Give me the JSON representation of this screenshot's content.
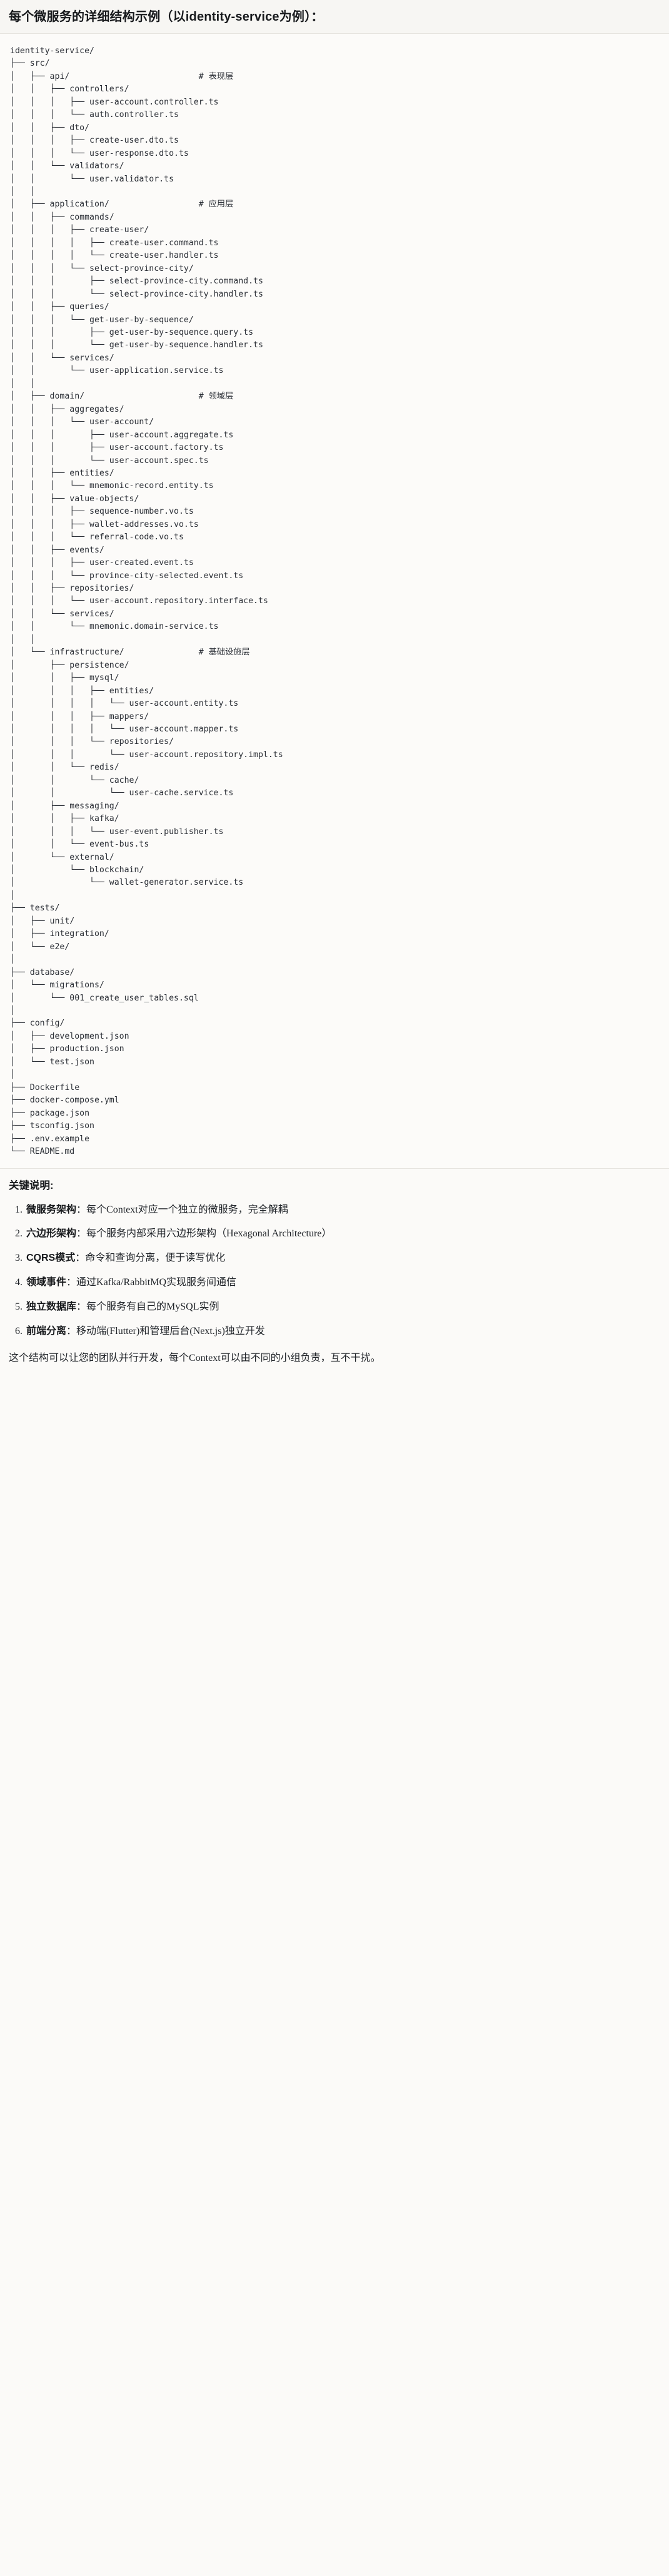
{
  "title": "每个微服务的详细结构示例（以identity-service为例）：",
  "tree": {
    "root": "identity-service/",
    "lines": [
      "identity-service/",
      "├── src/",
      "│   ├── api/                          # 表现层",
      "│   │   ├── controllers/",
      "│   │   │   ├── user-account.controller.ts",
      "│   │   │   └── auth.controller.ts",
      "│   │   ├── dto/",
      "│   │   │   ├── create-user.dto.ts",
      "│   │   │   └── user-response.dto.ts",
      "│   │   └── validators/",
      "│   │       └── user.validator.ts",
      "│   │",
      "│   ├── application/                  # 应用层",
      "│   │   ├── commands/",
      "│   │   │   ├── create-user/",
      "│   │   │   │   ├── create-user.command.ts",
      "│   │   │   │   └── create-user.handler.ts",
      "│   │   │   └── select-province-city/",
      "│   │   │       ├── select-province-city.command.ts",
      "│   │   │       └── select-province-city.handler.ts",
      "│   │   ├── queries/",
      "│   │   │   └── get-user-by-sequence/",
      "│   │   │       ├── get-user-by-sequence.query.ts",
      "│   │   │       └── get-user-by-sequence.handler.ts",
      "│   │   └── services/",
      "│   │       └── user-application.service.ts",
      "│   │",
      "│   ├── domain/                       # 领域层",
      "│   │   ├── aggregates/",
      "│   │   │   └── user-account/",
      "│   │   │       ├── user-account.aggregate.ts",
      "│   │   │       ├── user-account.factory.ts",
      "│   │   │       └── user-account.spec.ts",
      "│   │   ├── entities/",
      "│   │   │   └── mnemonic-record.entity.ts",
      "│   │   ├── value-objects/",
      "│   │   │   ├── sequence-number.vo.ts",
      "│   │   │   ├── wallet-addresses.vo.ts",
      "│   │   │   └── referral-code.vo.ts",
      "│   │   ├── events/",
      "│   │   │   ├── user-created.event.ts",
      "│   │   │   └── province-city-selected.event.ts",
      "│   │   ├── repositories/",
      "│   │   │   └── user-account.repository.interface.ts",
      "│   │   └── services/",
      "│   │       └── mnemonic.domain-service.ts",
      "│   │",
      "│   └── infrastructure/               # 基础设施层",
      "│       ├── persistence/",
      "│       │   ├── mysql/",
      "│       │   │   ├── entities/",
      "│       │   │   │   └── user-account.entity.ts",
      "│       │   │   ├── mappers/",
      "│       │   │   │   └── user-account.mapper.ts",
      "│       │   │   └── repositories/",
      "│       │   │       └── user-account.repository.impl.ts",
      "│       │   └── redis/",
      "│       │       └── cache/",
      "│       │           └── user-cache.service.ts",
      "│       ├── messaging/",
      "│       │   ├── kafka/",
      "│       │   │   └── user-event.publisher.ts",
      "│       │   └── event-bus.ts",
      "│       └── external/",
      "│           └── blockchain/",
      "│               └── wallet-generator.service.ts",
      "│",
      "├── tests/",
      "│   ├── unit/",
      "│   ├── integration/",
      "│   └── e2e/",
      "│",
      "├── database/",
      "│   └── migrations/",
      "│       └── 001_create_user_tables.sql",
      "│",
      "├── config/",
      "│   ├── development.json",
      "│   ├── production.json",
      "│   └── test.json",
      "│",
      "├── Dockerfile",
      "├── docker-compose.yml",
      "├── package.json",
      "├── tsconfig.json",
      "├── .env.example",
      "└── README.md"
    ],
    "layer_comments": [
      "# 表现层",
      "# 应用层",
      "# 领域层",
      "# 基础设施层"
    ]
  },
  "notes": {
    "heading": "关键说明:",
    "items": [
      {
        "term": "微服务架构",
        "body": "：每个Context对应一个独立的微服务，完全解耦"
      },
      {
        "term": "六边形架构",
        "body": "：每个服务内部采用六边形架构（Hexagonal Architecture）"
      },
      {
        "term": "CQRS模式",
        "body": "：命令和查询分离，便于读写优化"
      },
      {
        "term": "领域事件",
        "body": "：通过Kafka/RabbitMQ实现服务间通信"
      },
      {
        "term": "独立数据库",
        "body": "：每个服务有自己的MySQL实例"
      },
      {
        "term": "前端分离",
        "body": "：移动端(Flutter)和管理后台(Next.js)独立开发"
      }
    ],
    "closing": "这个结构可以让您的团队并行开发，每个Context可以由不同的小组负责，互不干扰。"
  },
  "colors": {
    "page_bg": "#fbfaf8",
    "code_bg": "#fcfbf9",
    "title_bg": "#f7f6f3",
    "text": "#1f2328",
    "code_text": "#2b2f36",
    "divider": "#e6e4df"
  }
}
